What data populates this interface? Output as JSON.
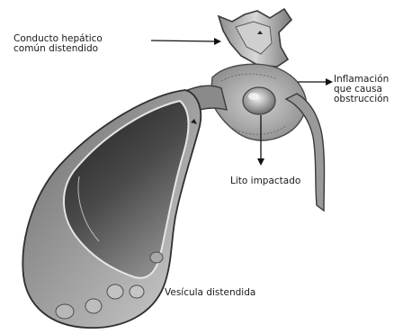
{
  "labels": {
    "hepatic_duct": {
      "line1": "Conducto hepático",
      "line2": "común distendido"
    },
    "inflammation": {
      "line1": "Inflamación",
      "line2": "que causa",
      "line3": "obstrucción"
    },
    "impacted_stone": "Lito impactado",
    "distended_gallbladder": "Vesícula distendida"
  },
  "colors": {
    "background": "#ffffff",
    "text": "#1a1a1a",
    "tissue_dark": "#3d3d3d",
    "tissue_mid": "#8f8f8f",
    "tissue_light": "#d6d6d6"
  }
}
